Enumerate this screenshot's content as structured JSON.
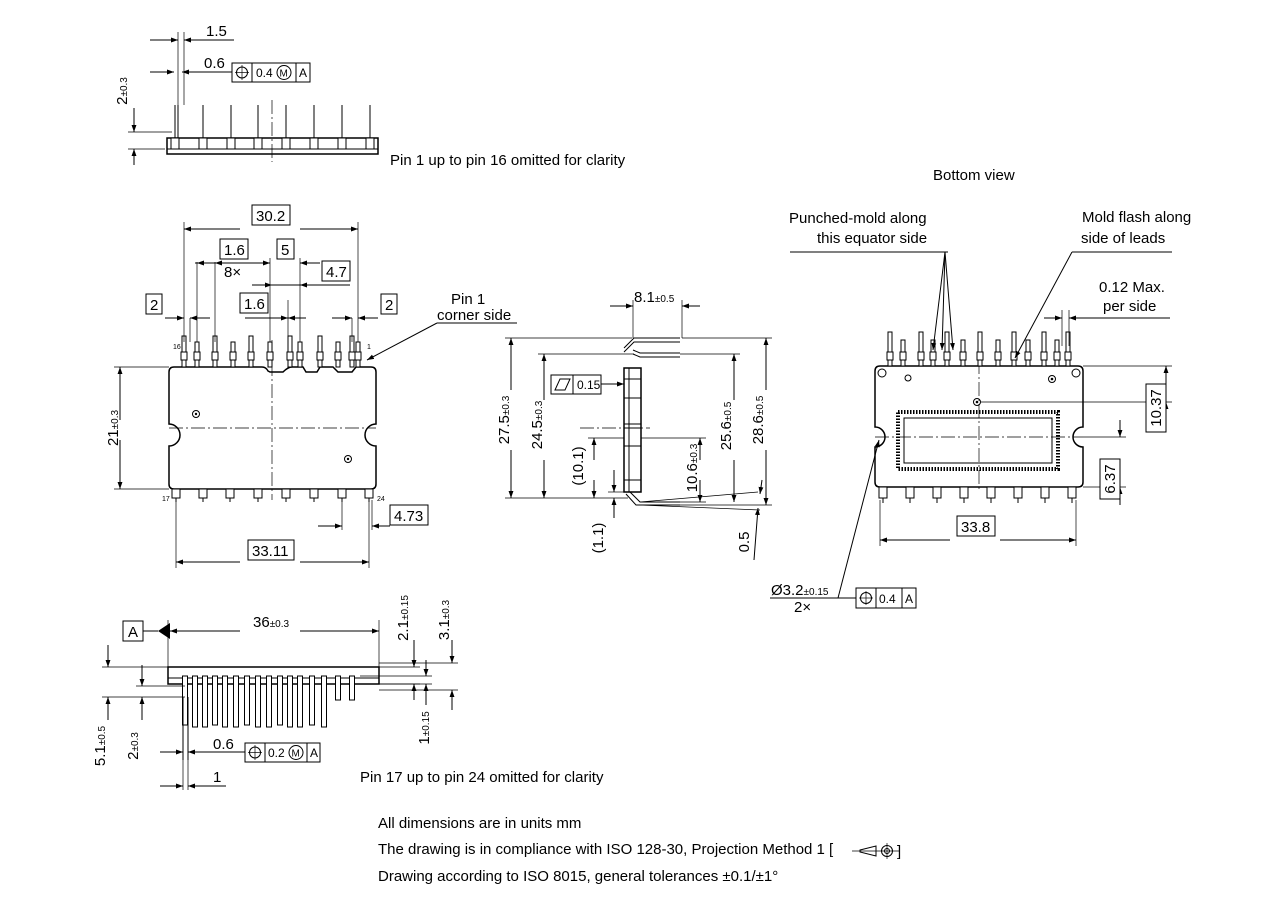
{
  "views": {
    "bottom_view_title": "Bottom view"
  },
  "labels": {
    "pin1_omitted": "Pin 1 up to pin 16 omitted for clarity",
    "pin17_omitted": "Pin 17 up to pin 24 omitted for clarity",
    "pin1_corner_line1": "Pin 1",
    "pin1_corner_line2": "corner side",
    "punched_mold_line1": "Punched-mold along",
    "punched_mold_line2": "this equator side",
    "mold_flash_line1": "Mold flash along",
    "mold_flash_line2": "side of leads",
    "max_per_side_line1": "0.12 Max.",
    "max_per_side_line2": "per side",
    "pin_16": "16",
    "pin_1": "1",
    "pin_17": "17",
    "pin_24": "24",
    "multiplier_8x": "8×",
    "multiplier_2x": "2×",
    "datum_a": "A"
  },
  "dimensions": {
    "top": {
      "pitch_1_5": "1.5",
      "lead_0_6": "0.6",
      "height_2": "2",
      "height_2_tol": "±0.3"
    },
    "front": {
      "width_30_2": "30.2",
      "pitch_1_6_a": "1.6",
      "d5": "5",
      "d4_7": "4.7",
      "pitch_1_6_b": "1.6",
      "side_2_left": "2",
      "side_2_right": "2",
      "height_21": "21",
      "height_21_tol": "±0.3",
      "d4_73": "4.73",
      "d33_11": "33.11"
    },
    "side": {
      "d8_1": "8.1",
      "d8_1_tol": "±0.5",
      "flat_0_15": "0.15",
      "d27_5": "27.5",
      "d27_5_tol": "±0.3",
      "d24_5": "24.5",
      "d24_5_tol": "±0.3",
      "d10_1": "(10.1)",
      "d1_1": "(1.1)",
      "d10_6": "10.6",
      "d10_6_tol": "±0.3",
      "d25_6": "25.6",
      "d25_6_tol": "±0.5",
      "d28_6": "28.6",
      "d28_6_tol": "±0.5",
      "d0_5": "0.5"
    },
    "bottom": {
      "d10_37": "10.37",
      "d6_37": "6.37",
      "d33_8": "33.8",
      "hole_dia": "Ø3.2",
      "hole_dia_tol": "±0.15",
      "hole_tol": "0.4"
    },
    "lower": {
      "d36": "36",
      "d36_tol": "±0.3",
      "d2_1": "2.1",
      "d2_1_tol": "±0.15",
      "d3_1": "3.1",
      "d3_1_tol": "±0.3",
      "d1": "1",
      "d1_tol": "±0.15",
      "d5_1": "5.1",
      "d5_1_tol": "±0.5",
      "d2": "2",
      "d2_tol": "±0.3",
      "lead_0_6": "0.6",
      "lead_1": "1"
    }
  },
  "gdt": {
    "top_tol": "0.4",
    "top_mod": "M",
    "top_datum": "A",
    "lower_tol": "0.2",
    "lower_mod": "M",
    "lower_datum": "A",
    "hole_datum": "A"
  },
  "notes": [
    "All dimensions are in units mm",
    "The drawing is in compliance with ISO 128-30, Projection Method 1 [",
    "Drawing according to ISO 8015, general tolerances ±0.1/±1°"
  ]
}
